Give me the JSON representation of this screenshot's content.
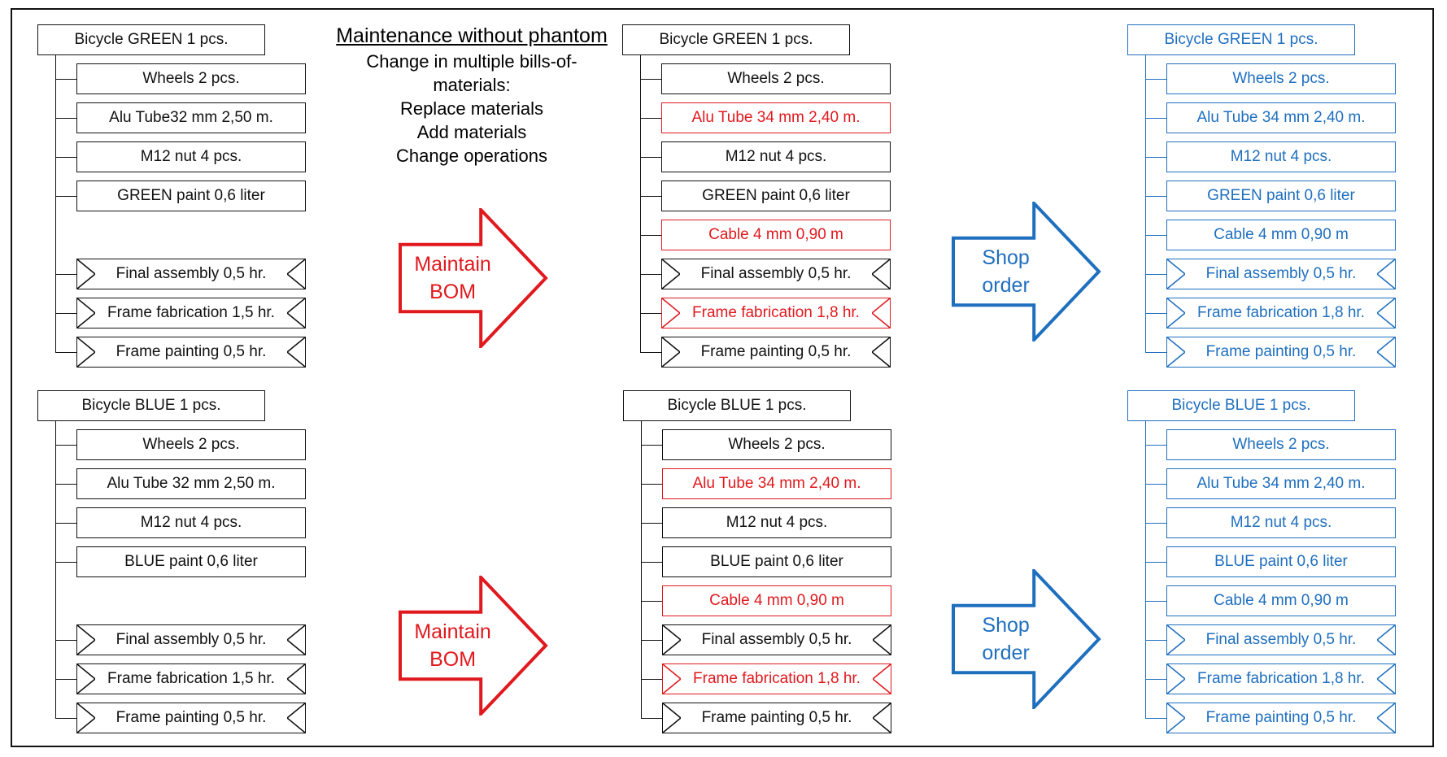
{
  "colors": {
    "black": "#111111",
    "red": "#e0191e",
    "blue": "#1f6fbf"
  },
  "center_text": {
    "title": "Maintenance without phantom",
    "lines": [
      "Change in multiple bills-of-",
      "materials:",
      "Replace materials",
      "Add materials",
      "Change operations"
    ]
  },
  "arrows": {
    "maintain": "Maintain\nBOM",
    "shop": "Shop\norder"
  },
  "trees": [
    {
      "id": "green-before",
      "color": "black",
      "colors": [],
      "root": "Bicycle GREEN 1 pcs.",
      "items": [
        {
          "label": "Wheels 2 pcs.",
          "op": false
        },
        {
          "label": "Alu Tube32 mm 2,50 m.",
          "op": false
        },
        {
          "label": "M12 nut 4 pcs.",
          "op": false
        },
        {
          "label": "GREEN paint 0,6 liter",
          "op": false
        },
        null,
        {
          "label": "Final assembly 0,5 hr.",
          "op": true
        },
        {
          "label": "Frame fabrication 1,5 hr.",
          "op": true
        },
        {
          "label": "Frame painting 0,5 hr.",
          "op": true
        }
      ]
    },
    {
      "id": "green-after",
      "color": "black",
      "root": "Bicycle GREEN 1 pcs.",
      "items": [
        {
          "label": "Wheels 2 pcs.",
          "op": false
        },
        {
          "label": "Alu Tube 34 mm 2,40 m.",
          "op": false,
          "changed": true
        },
        {
          "label": "M12 nut 4 pcs.",
          "op": false
        },
        {
          "label": "GREEN paint 0,6 liter",
          "op": false
        },
        {
          "label": "Cable 4 mm 0,90 m",
          "op": false,
          "changed": true
        },
        {
          "label": "Final assembly 0,5 hr.",
          "op": true
        },
        {
          "label": "Frame fabrication 1,8 hr.",
          "op": true,
          "changed": true
        },
        {
          "label": "Frame painting 0,5 hr.",
          "op": true
        }
      ]
    },
    {
      "id": "green-order",
      "color": "blue",
      "root": "Bicycle GREEN 1 pcs.",
      "items": [
        {
          "label": "Wheels 2 pcs.",
          "op": false
        },
        {
          "label": "Alu Tube 34 mm 2,40 m.",
          "op": false
        },
        {
          "label": "M12 nut 4 pcs.",
          "op": false
        },
        {
          "label": "GREEN paint 0,6 liter",
          "op": false
        },
        {
          "label": "Cable 4 mm 0,90 m",
          "op": false
        },
        {
          "label": "Final assembly 0,5 hr.",
          "op": true
        },
        {
          "label": "Frame fabrication 1,8 hr.",
          "op": true
        },
        {
          "label": "Frame painting 0,5 hr.",
          "op": true
        }
      ]
    },
    {
      "id": "blue-before",
      "color": "black",
      "root": "Bicycle BLUE 1 pcs.",
      "items": [
        {
          "label": "Wheels 2 pcs.",
          "op": false
        },
        {
          "label": "Alu Tube 32 mm 2,50 m.",
          "op": false
        },
        {
          "label": "M12 nut 4 pcs.",
          "op": false
        },
        {
          "label": "BLUE paint 0,6 liter",
          "op": false
        },
        null,
        {
          "label": "Final assembly 0,5 hr.",
          "op": true
        },
        {
          "label": "Frame fabrication 1,5 hr.",
          "op": true
        },
        {
          "label": "Frame painting 0,5 hr.",
          "op": true
        }
      ]
    },
    {
      "id": "blue-after",
      "color": "black",
      "root": "Bicycle BLUE 1 pcs.",
      "items": [
        {
          "label": "Wheels 2 pcs.",
          "op": false
        },
        {
          "label": "Alu Tube 34 mm 2,40 m.",
          "op": false,
          "changed": true
        },
        {
          "label": "M12 nut 4 pcs.",
          "op": false
        },
        {
          "label": "BLUE paint 0,6 liter",
          "op": false
        },
        {
          "label": "Cable 4 mm 0,90 m",
          "op": false,
          "changed": true
        },
        {
          "label": "Final assembly 0,5 hr.",
          "op": true
        },
        {
          "label": "Frame fabrication 1,8 hr.",
          "op": true,
          "changed": true
        },
        {
          "label": "Frame painting 0,5 hr.",
          "op": true
        }
      ]
    },
    {
      "id": "blue-order",
      "color": "blue",
      "root": "Bicycle BLUE 1 pcs.",
      "items": [
        {
          "label": "Wheels 2 pcs.",
          "op": false
        },
        {
          "label": "Alu Tube 34 mm 2,40 m.",
          "op": false
        },
        {
          "label": "M12 nut 4 pcs.",
          "op": false
        },
        {
          "label": "BLUE paint 0,6 liter",
          "op": false
        },
        {
          "label": "Cable 4 mm 0,90 m",
          "op": false
        },
        {
          "label": "Final assembly 0,5 hr.",
          "op": true
        },
        {
          "label": "Frame fabrication 1,8 hr.",
          "op": true
        },
        {
          "label": "Frame painting 0,5 hr.",
          "op": true
        }
      ]
    }
  ]
}
